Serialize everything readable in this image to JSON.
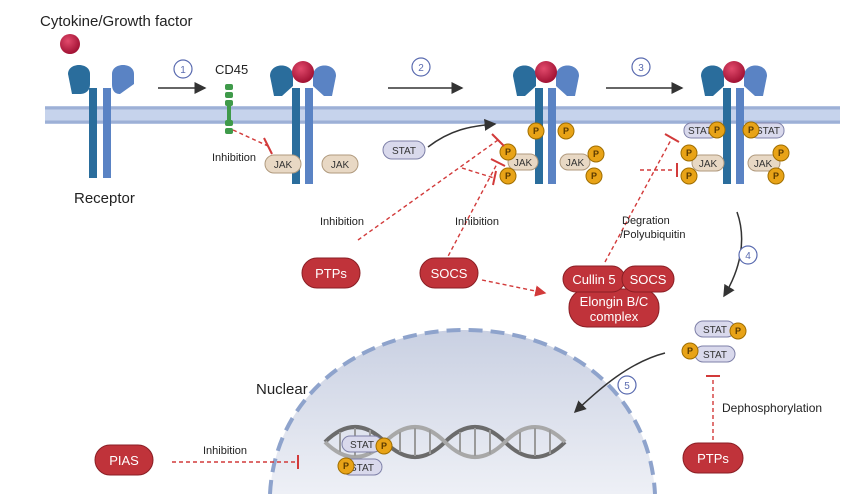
{
  "labels": {
    "ligand": "Cytokine/Growth factor",
    "receptor": "Receptor",
    "cd45": "CD45",
    "inhibition_cd45": "Inhibition",
    "inhibition_ptps": "Inhibition",
    "inhibition_socs": "Inhibition",
    "inhibition_pias": "Inhibition",
    "degradation": "Degration",
    "polyubiquitin": "/Polyubiquitin",
    "dephosphorylation": "Dephosphorylation",
    "nuclear": "Nuclear"
  },
  "proteins": {
    "jak": "JAK",
    "stat": "STAT",
    "p": "P"
  },
  "red_boxes": {
    "ptps_left": "PTPs",
    "socs": "SOCS",
    "cullin5": "Cullin 5",
    "socs_complex": "SOCS",
    "elongin_line1": "Elongin B/C",
    "elongin_line2": "complex",
    "pias": "PIAS",
    "ptps_right": "PTPs"
  },
  "steps": [
    "1",
    "2",
    "3",
    "4",
    "5"
  ],
  "colors": {
    "membrane": "#b8c7e6",
    "receptor_dark": "#2a6d9c",
    "receptor_light": "#5a83c4",
    "ligand": "#b5123a",
    "phospho": "#e8a317",
    "inhibitor_red": "#c0333a",
    "cd45_green": "#3f9a4a"
  }
}
